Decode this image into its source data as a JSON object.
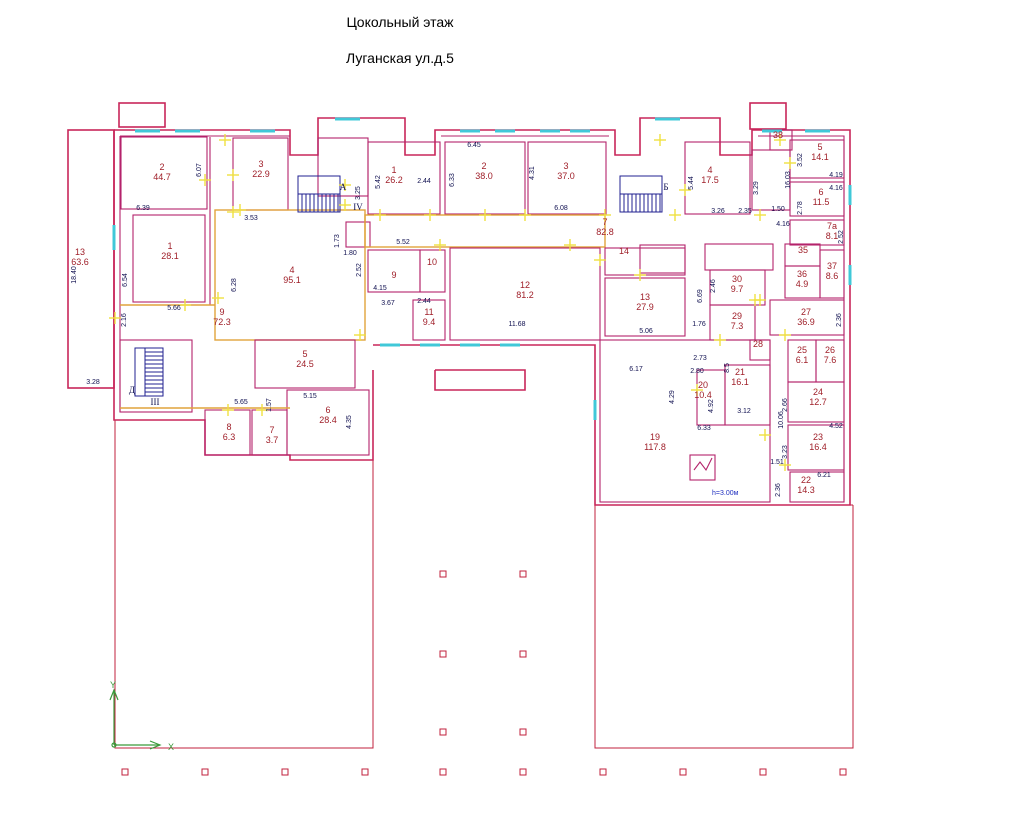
{
  "header": {
    "title": "Цокольный этаж",
    "address": "Луганская ул.д.5"
  },
  "axes": {
    "x_label": "X",
    "y_label": "Y"
  },
  "height_note": "h=3.00м",
  "stair_labels": [
    "A",
    "Б",
    "Д"
  ],
  "roman_labels": [
    "IV",
    "III"
  ],
  "rooms": [
    {
      "id": "r-left-13",
      "num": "13",
      "area": "63.6"
    },
    {
      "id": "r-left-2",
      "num": "2",
      "area": "44.7"
    },
    {
      "id": "r-left-3",
      "num": "3",
      "area": "22.9"
    },
    {
      "id": "r-left-1",
      "num": "1",
      "area": "28.1"
    },
    {
      "id": "r-left-4",
      "num": "4",
      "area": "95.1"
    },
    {
      "id": "r-left-9",
      "num": "9",
      "area": "72.3"
    },
    {
      "id": "r-left-5",
      "num": "5",
      "area": "24.5"
    },
    {
      "id": "r-left-6",
      "num": "6",
      "area": "28.4"
    },
    {
      "id": "r-left-8",
      "num": "8",
      "area": "6.3"
    },
    {
      "id": "r-left-7",
      "num": "7",
      "area": "3.7"
    },
    {
      "id": "r-mid-1",
      "num": "1",
      "area": "26.2"
    },
    {
      "id": "r-mid-2",
      "num": "2",
      "area": "38.0"
    },
    {
      "id": "r-mid-3",
      "num": "3",
      "area": "37.0"
    },
    {
      "id": "r-mid-7",
      "num": "7",
      "area": "82.8"
    },
    {
      "id": "r-mid-9",
      "num": "9",
      "area": ""
    },
    {
      "id": "r-mid-10",
      "num": "10",
      "area": ""
    },
    {
      "id": "r-mid-11",
      "num": "11",
      "area": "9.4"
    },
    {
      "id": "r-mid-12",
      "num": "12",
      "area": "81.2"
    },
    {
      "id": "r-mid-13",
      "num": "13",
      "area": "27.9"
    },
    {
      "id": "r-mid-14",
      "num": "14",
      "area": ""
    },
    {
      "id": "r-right-4",
      "num": "4",
      "area": "17.5"
    },
    {
      "id": "r-right-5",
      "num": "5",
      "area": "14.1"
    },
    {
      "id": "r-right-6",
      "num": "6",
      "area": "11.5"
    },
    {
      "id": "r-right-7a",
      "num": "7а",
      "area": "8.1"
    },
    {
      "id": "r-right-35",
      "num": "35",
      "area": ""
    },
    {
      "id": "r-right-36",
      "num": "36",
      "area": "4.9"
    },
    {
      "id": "r-right-37",
      "num": "37",
      "area": "8.6"
    },
    {
      "id": "r-right-30",
      "num": "30",
      "area": "9.7"
    },
    {
      "id": "r-right-27",
      "num": "27",
      "area": "36.9"
    },
    {
      "id": "r-right-29",
      "num": "29",
      "area": "7.3"
    },
    {
      "id": "r-right-25",
      "num": "25",
      "area": "6.1"
    },
    {
      "id": "r-right-26",
      "num": "26",
      "area": "7.6"
    },
    {
      "id": "r-right-20",
      "num": "20",
      "area": "10.4"
    },
    {
      "id": "r-right-21",
      "num": "21",
      "area": "16.1"
    },
    {
      "id": "r-right-24",
      "num": "24",
      "area": "12.7"
    },
    {
      "id": "r-right-23",
      "num": "23",
      "area": "16.4"
    },
    {
      "id": "r-right-19",
      "num": "19",
      "area": "117.8"
    },
    {
      "id": "r-right-22",
      "num": "22",
      "area": "14.3"
    },
    {
      "id": "r-right-28",
      "num": "28",
      "area": ""
    },
    {
      "id": "r-right-38",
      "num": "38",
      "area": ""
    }
  ],
  "dimensions": [
    "18.40",
    "3.28",
    "6.39",
    "6.54",
    "6.07",
    "3.53",
    "6.28",
    "5.66",
    "2.16",
    "5.65",
    "5.15",
    "1.57",
    "4.35",
    "5.42",
    "2.44",
    "3.25",
    "1.73",
    "1.80",
    "5.52",
    "4.15",
    "2.52",
    "3.67",
    "2.44",
    "6.45",
    "6.33",
    "4.31",
    "6.08",
    "11.68",
    "5.44",
    "3.29",
    "3.26",
    "2.35",
    "3.52",
    "16.03",
    "1.50",
    "4.19",
    "4.16",
    "2.78",
    "4.16",
    "2.52",
    "2.46",
    "6.69",
    "1.76",
    "5.06",
    "2.73",
    "2.80",
    "4.29",
    "6.17",
    "6.33",
    "3.12",
    "4.92",
    "8.5",
    "10.06",
    "2.66",
    "4.52",
    "3.23",
    "1.51",
    "6.21",
    "2.36",
    "2.36"
  ]
}
